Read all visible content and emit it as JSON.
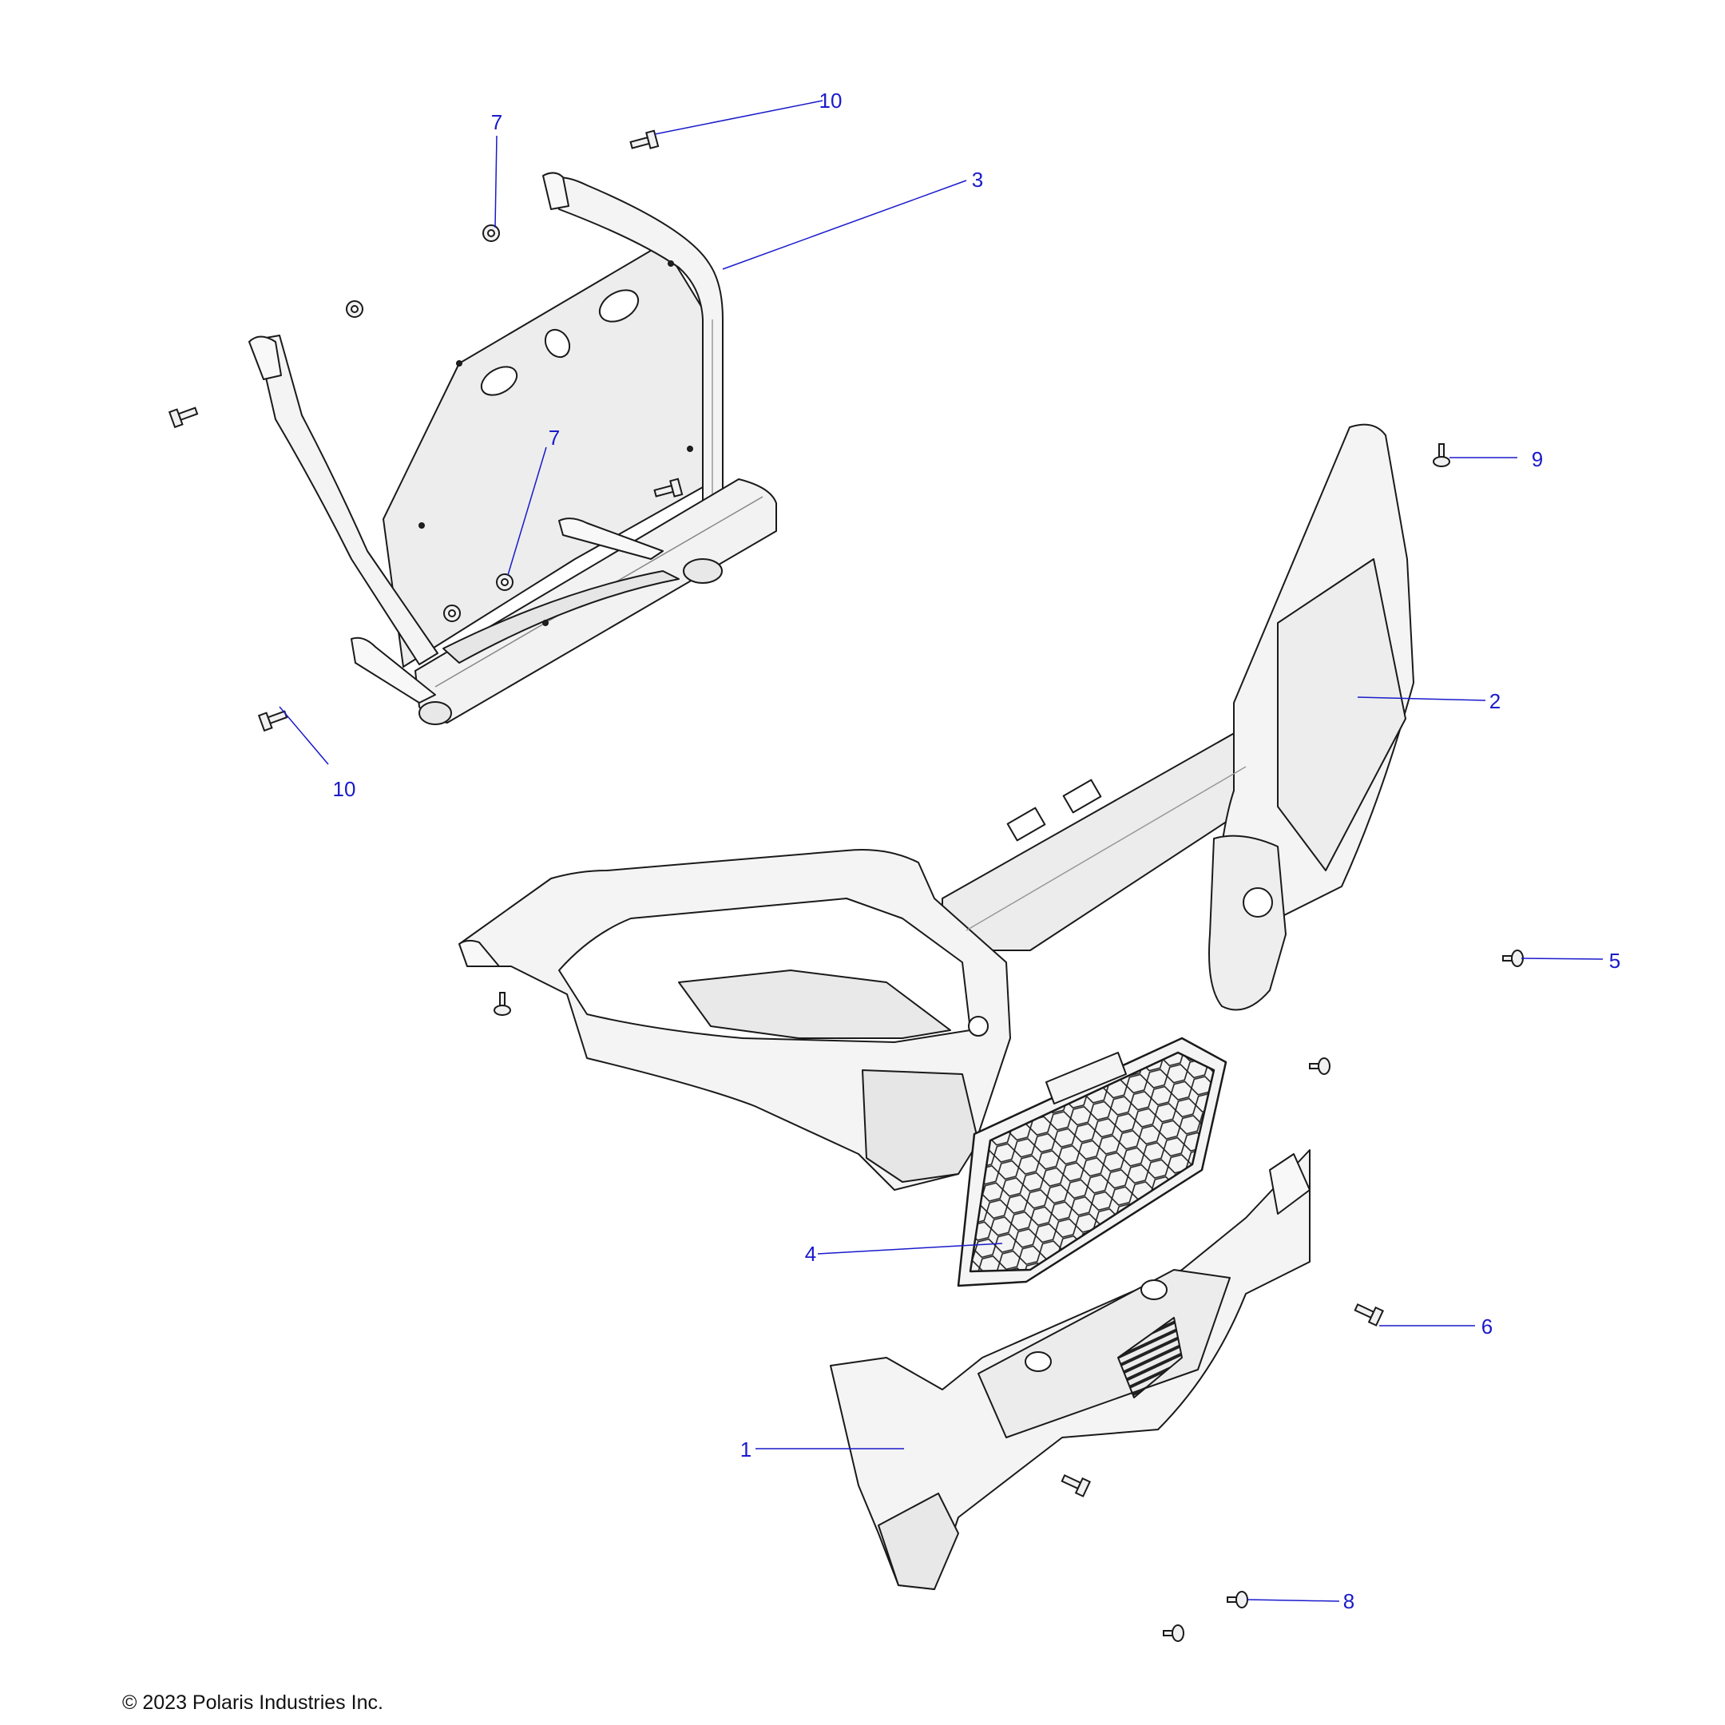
{
  "diagram": {
    "copyright": "© 2023 Polaris Industries Inc.",
    "callout_color": "#1a1acc",
    "parts": [
      {
        "id": "part-1",
        "name": "front-lower-bumper-panel"
      },
      {
        "id": "part-2",
        "name": "front-bumper-body"
      },
      {
        "id": "part-3",
        "name": "front-bumper-frame-bracket"
      },
      {
        "id": "part-4",
        "name": "grille-mesh-screen"
      }
    ],
    "callouts": [
      {
        "label": "10"
      },
      {
        "label": "7"
      },
      {
        "label": "3"
      },
      {
        "label": "7"
      },
      {
        "label": "9"
      },
      {
        "label": "2"
      },
      {
        "label": "10"
      },
      {
        "label": "5"
      },
      {
        "label": "4"
      },
      {
        "label": "6"
      },
      {
        "label": "1"
      },
      {
        "label": "8"
      }
    ]
  }
}
